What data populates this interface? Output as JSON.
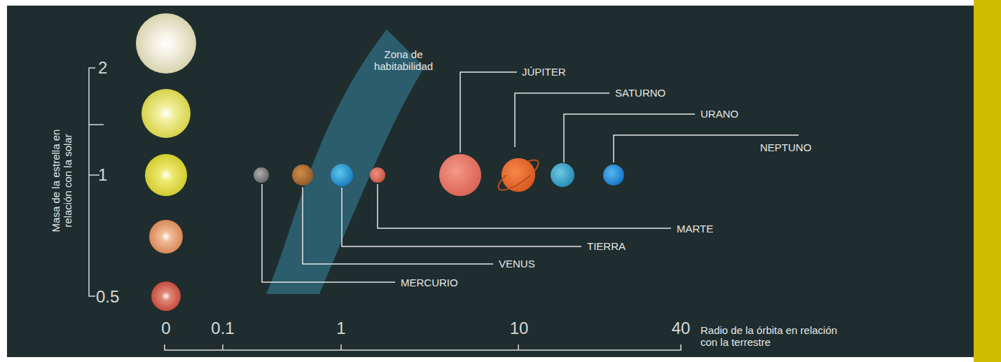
{
  "diagram": {
    "labels": [
      "2",
      "1",
      "0.5",
      "Masa de la estrella en relación con la solar",
      "Zona de habitabilidad",
      "JÚPITER",
      "SATURNO",
      "URANO",
      "NEPTUNO",
      "MARTE",
      "TIERRA",
      "VENUS",
      "MERCURIO",
      "0",
      "0.1",
      "1",
      "10",
      "40",
      "Radio de la órbita en relación con la terrestre"
    ]
  }
}
